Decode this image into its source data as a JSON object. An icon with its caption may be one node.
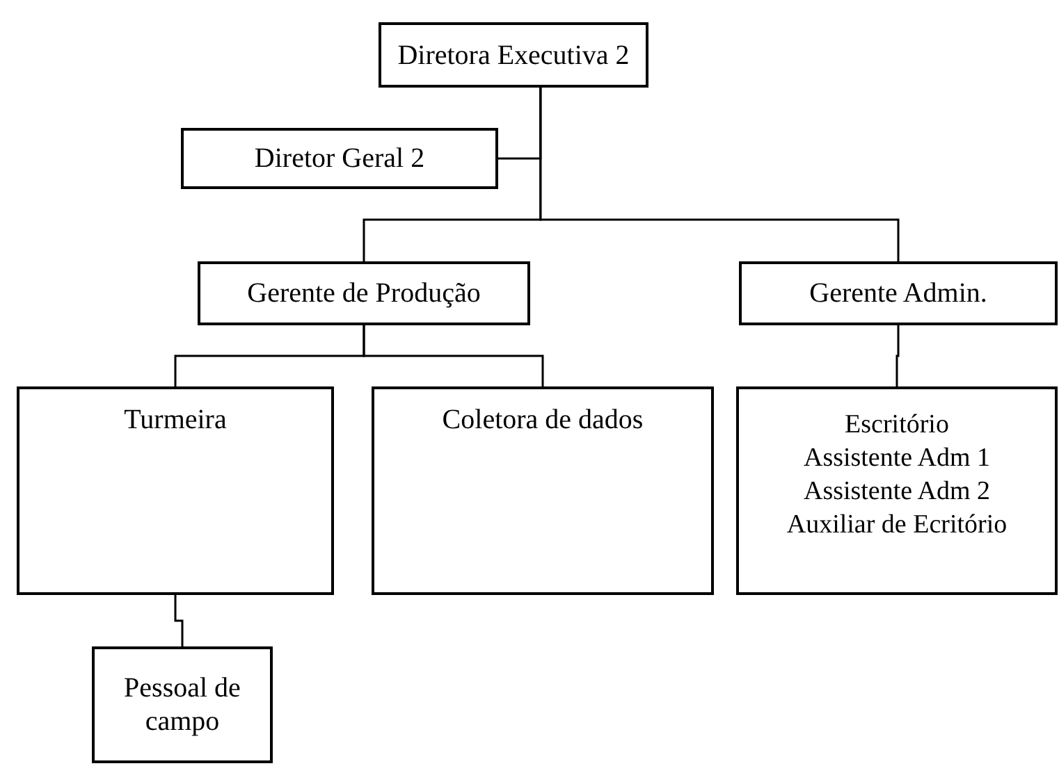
{
  "diagram": {
    "nodes": [
      {
        "text": [
          "Diretora Executiva 2"
        ]
      },
      {
        "text": [
          "Diretor Geral 2"
        ]
      },
      {
        "text": [
          "Gerente de Produção"
        ]
      },
      {
        "text": [
          "Gerente Admin."
        ]
      },
      {
        "text": [
          "Turmeira"
        ]
      },
      {
        "text": [
          "Coletora de dados"
        ]
      },
      {
        "text": [
          "Escritório",
          "Assistente Adm 1",
          "Assistente Adm 2",
          "Auxiliar de Ecritório"
        ]
      },
      {
        "text": [
          "Pessoal de campo"
        ]
      }
    ],
    "edges": [
      {
        "from": 0,
        "to": 1,
        "arrow": "none"
      },
      {
        "from": 0,
        "to": 2,
        "arrow": "none"
      },
      {
        "from": 0,
        "to": 3,
        "arrow": "none"
      },
      {
        "from": 2,
        "to": 4,
        "arrow": "none"
      },
      {
        "from": 2,
        "to": 5,
        "arrow": "none"
      },
      {
        "from": 3,
        "to": 6,
        "arrow": "none"
      },
      {
        "from": 4,
        "to": 7,
        "arrow": "none"
      }
    ]
  }
}
